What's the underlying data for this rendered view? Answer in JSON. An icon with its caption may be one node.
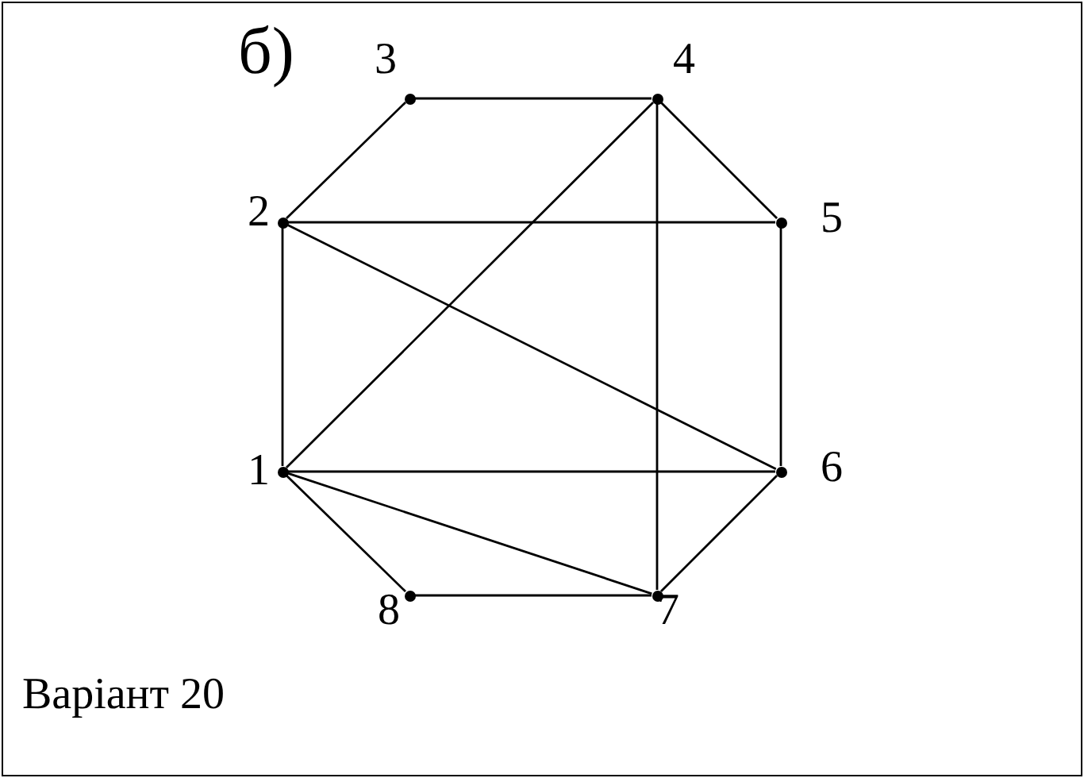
{
  "diagram": {
    "caption": "Варіант 20",
    "nodes": [
      {
        "text": [
          "1"
        ]
      },
      {
        "text": [
          "2"
        ]
      },
      {
        "text": [
          "3"
        ]
      },
      {
        "text": [
          "4"
        ]
      },
      {
        "text": [
          "5"
        ]
      },
      {
        "text": [
          "6"
        ]
      },
      {
        "text": [
          "7"
        ]
      },
      {
        "text": [
          "8"
        ]
      }
    ],
    "edges": [
      {
        "from": 2,
        "to": 3,
        "arrow": "none"
      },
      {
        "from": 1,
        "to": 2,
        "arrow": "none"
      },
      {
        "from": 3,
        "to": 4,
        "arrow": "none"
      },
      {
        "from": 1,
        "to": 4,
        "arrow": "none"
      },
      {
        "from": 0,
        "to": 1,
        "arrow": "none"
      },
      {
        "from": 4,
        "to": 5,
        "arrow": "none"
      },
      {
        "from": 1,
        "to": 5,
        "arrow": "none"
      },
      {
        "from": 0,
        "to": 3,
        "arrow": "none"
      },
      {
        "from": 3,
        "to": 6,
        "arrow": "none"
      },
      {
        "from": 0,
        "to": 5,
        "arrow": "none"
      },
      {
        "from": 0,
        "to": 6,
        "arrow": "none"
      },
      {
        "from": 0,
        "to": 7,
        "arrow": "none"
      },
      {
        "from": 7,
        "to": 6,
        "arrow": "none"
      },
      {
        "from": 6,
        "to": 5,
        "arrow": "none"
      }
    ],
    "labels": [
      "б)"
    ]
  }
}
